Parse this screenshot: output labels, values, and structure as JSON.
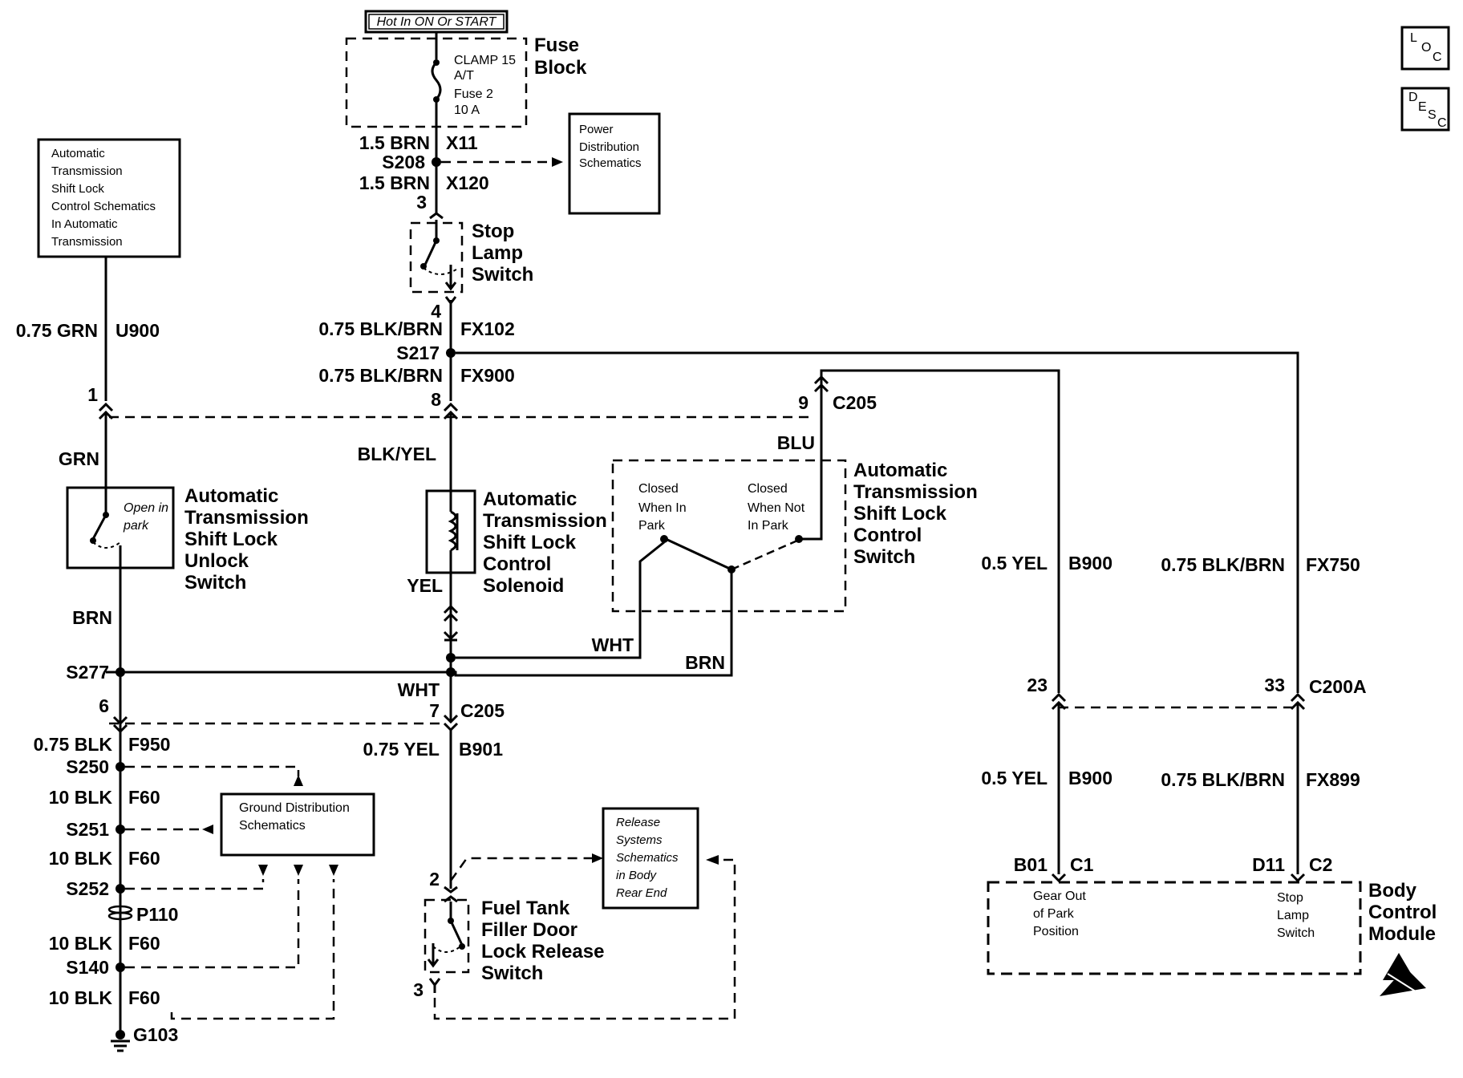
{
  "power": {
    "label": "Hot In ON Or START"
  },
  "fuse_block": {
    "title_1": "Fuse",
    "title_2": "Block",
    "l1": "CLAMP 15",
    "l2": "A/T",
    "l3": "Fuse 2",
    "l4": "10 A"
  },
  "wires": {
    "w1": "1.5 BRN",
    "c1": "X11",
    "s208": "S208",
    "w2": "1.5 BRN",
    "c2": "X120",
    "pin3_top": "3",
    "pin4": "4",
    "w3": "0.75 BLK/BRN",
    "c3": "FX102",
    "s217": "S217",
    "w4": "0.75 BLK/BRN",
    "c4": "FX900",
    "pin8": "8",
    "blkyel": "BLK/YEL",
    "yel": "YEL",
    "wht1": "WHT",
    "brn2": "BRN",
    "wht2": "WHT",
    "pin7": "7",
    "c205b": "C205",
    "w5": "0.75 YEL",
    "c5": "B901",
    "pin2": "2",
    "pin3_bot": "3",
    "grn_w": "0.75 GRN",
    "grn_c": "U900",
    "pin1": "1",
    "grn": "GRN",
    "brn": "BRN",
    "s277": "S277",
    "pin6": "6",
    "w6": "0.75 BLK",
    "c6": "F950",
    "s250": "S250",
    "w7": "10 BLK",
    "c7": "F60",
    "s251": "S251",
    "w8": "10 BLK",
    "c8": "F60",
    "s252": "S252",
    "p110": "P110",
    "w9": "10 BLK",
    "c9": "F60",
    "s140": "S140",
    "w10": "10 BLK",
    "c10": "F60",
    "g103": "G103",
    "pin9": "9",
    "c205": "C205",
    "blu": "BLU",
    "b900_w": "0.5 YEL",
    "b900_c": "B900",
    "fx750_w": "0.75 BLK/BRN",
    "fx750_c": "FX750",
    "pin23": "23",
    "pin33": "33",
    "c200a": "C200A",
    "b900b_w": "0.5 YEL",
    "b900b_c": "B900",
    "fx899_w": "0.75 BLK/BRN",
    "fx899_c": "FX899",
    "b01": "B01",
    "c1b": "C1",
    "d11": "D11",
    "c2b": "C2"
  },
  "boxes": {
    "power_dist": [
      "Power",
      "Distribution",
      "Schematics"
    ],
    "atsl_ref": [
      "Automatic",
      "Transmission",
      "Shift Lock",
      "Control Schematics",
      "In Automatic",
      "Transmission"
    ],
    "ground_dist": [
      "Ground Distribution",
      "Schematics"
    ],
    "release": [
      "Release",
      "Systems",
      "Schematics",
      "in Body",
      "Rear End"
    ]
  },
  "components": {
    "stop_lamp": [
      "Stop",
      "Lamp",
      "Switch"
    ],
    "unlock_sw": [
      "Automatic",
      "Transmission",
      "Shift Lock",
      "Unlock",
      "Switch"
    ],
    "unlock_note": [
      "Open in",
      "park"
    ],
    "solenoid": [
      "Automatic",
      "Transmission",
      "Shift Lock",
      "Control",
      "Solenoid"
    ],
    "control_sw": [
      "Automatic",
      "Transmission",
      "Shift Lock",
      "Control",
      "Switch"
    ],
    "closed_park": [
      "Closed",
      "When In",
      "Park"
    ],
    "closed_not": [
      "Closed",
      "When Not",
      "In Park"
    ],
    "fuel_door": [
      "Fuel Tank",
      "Filler Door",
      "Lock Release",
      "Switch"
    ],
    "bcm": [
      "Body",
      "Control",
      "Module"
    ],
    "gear_out": [
      "Gear Out",
      "of Park",
      "Position"
    ],
    "stop_sw": [
      "Stop",
      "Lamp",
      "Switch"
    ]
  },
  "icons": {
    "loc": [
      "L",
      "O",
      "C"
    ],
    "desc": [
      "D",
      "E",
      "S",
      "C"
    ]
  }
}
